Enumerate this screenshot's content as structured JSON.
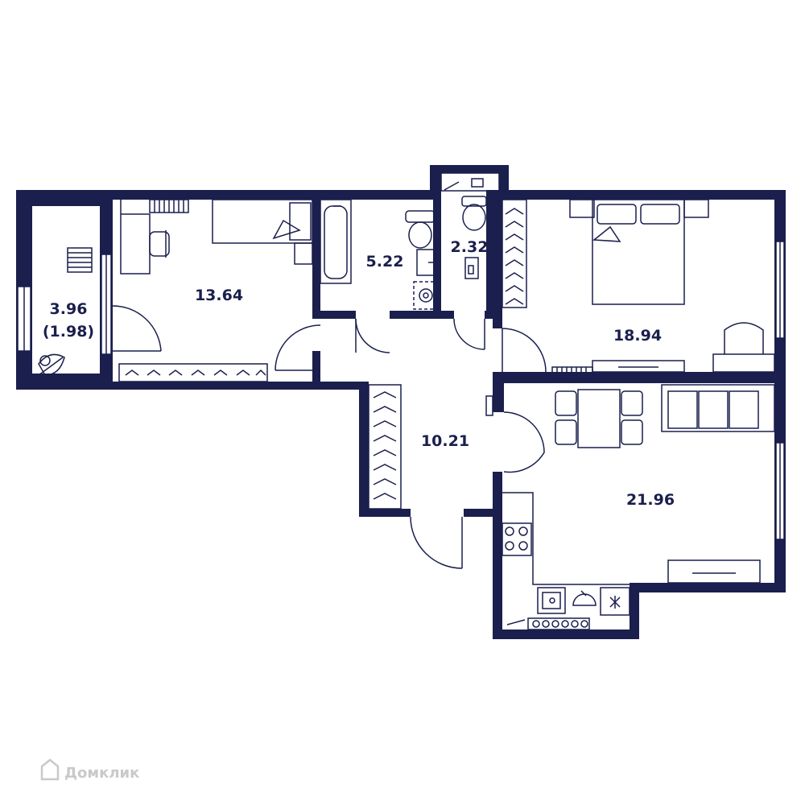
{
  "colors": {
    "wall": "#1a1f4d",
    "line": "#1a1f4d",
    "watermark": "#c9c9c9"
  },
  "rooms": {
    "balcony": {
      "area": "3.96",
      "area_reduced": "(1.98)"
    },
    "bedroom_small": {
      "area": "13.64"
    },
    "bathroom": {
      "area": "5.22"
    },
    "toilet": {
      "area": "2.32"
    },
    "bedroom_master": {
      "area": "18.94"
    },
    "hallway": {
      "area": "10.21"
    },
    "kitchen_living": {
      "area": "21.96"
    }
  },
  "watermark": {
    "text": "Домклик",
    "icon": "house-logo-icon"
  },
  "icons": [
    "plant-icon",
    "bed-icon",
    "bathtub-icon",
    "toilet-icon",
    "sink-icon",
    "washing-machine-icon",
    "radiator-icon",
    "wardrobe-icon",
    "sofa-icon",
    "dining-table-icon",
    "stove-icon",
    "fridge-icon",
    "armchair-icon",
    "desk-icon"
  ]
}
